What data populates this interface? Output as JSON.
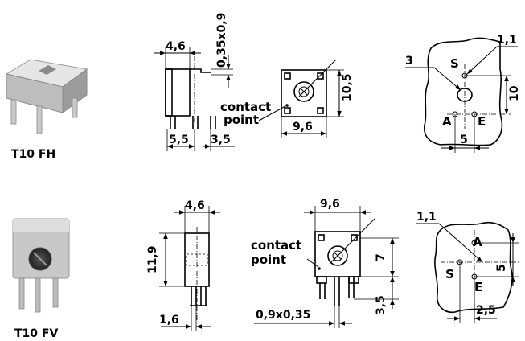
{
  "products": {
    "fh": {
      "name": "T10 FH"
    },
    "fv": {
      "name": "T10 FV"
    }
  },
  "fh": {
    "side": {
      "width": "4,6",
      "pin": "0,35x0,9",
      "pitch_a": "5,5",
      "pitch_b": "3,5"
    },
    "front": {
      "width": "9,6",
      "height": "10,5",
      "contact_label": [
        "contact",
        "point"
      ]
    },
    "pattern": {
      "hole": "3",
      "pin": "1,1",
      "height": "10",
      "pitch": "5",
      "pins": [
        "S",
        "A",
        "E"
      ]
    }
  },
  "fv": {
    "side": {
      "width": "4,6",
      "height": "11,9",
      "pin": "1,6"
    },
    "front": {
      "width": "9,6",
      "height": "7",
      "lead": "3,5",
      "pin": "0,9x0,35",
      "contact_label": [
        "contact",
        "point"
      ]
    },
    "pattern": {
      "pin": "1,1",
      "height": "5",
      "pitch": "2,5",
      "pins": [
        "A",
        "S",
        "E"
      ]
    }
  },
  "colors": {
    "ink": "#000000",
    "paper": "#ffffff",
    "body_light": "#d9d9d9",
    "body_dark": "#7a7a7a"
  }
}
